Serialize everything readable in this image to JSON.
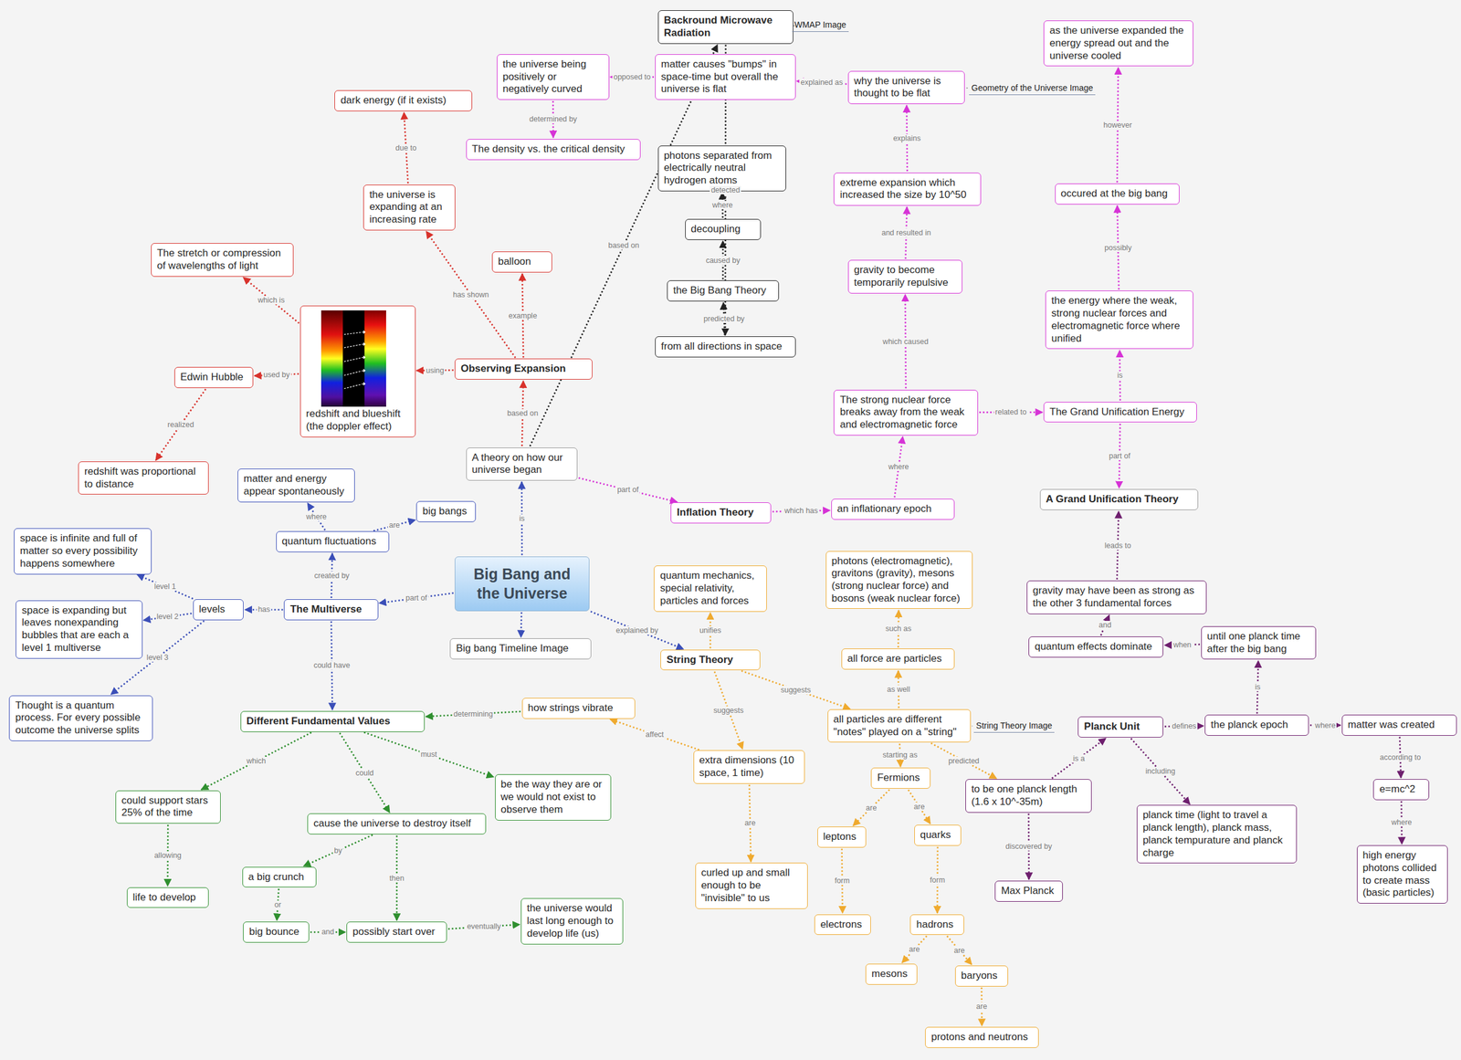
{
  "diagram": {
    "nodes": [
      {
        "text": [
          "Backround Microwave Radiation"
        ]
      },
      {
        "text": [
          "WMAP Image"
        ]
      },
      {
        "text": [
          "matter causes \"bumps\" in space-time but overall the universe is flat"
        ]
      },
      {
        "text": [
          "the universe being positively or negatively curved"
        ]
      },
      {
        "text": [
          "The density vs. the critical density"
        ]
      },
      {
        "text": [
          "why the universe is thought to be flat"
        ]
      },
      {
        "text": [
          "Geometry of the Universe Image"
        ]
      },
      {
        "text": [
          "as the universe expanded the energy spread out and the universe cooled"
        ]
      },
      {
        "text": [
          "dark energy (if it exists)"
        ]
      },
      {
        "text": [
          "the universe is expanding at an increasing rate"
        ]
      },
      {
        "text": [
          "photons separated from electrically neutral hydrogen atoms"
        ]
      },
      {
        "text": [
          "extreme expansion which increased the size by 10^50"
        ]
      },
      {
        "text": [
          "occured at the big bang"
        ]
      },
      {
        "text": [
          "decoupling"
        ]
      },
      {
        "text": [
          "balloon"
        ]
      },
      {
        "text": [
          "The stretch or compression of wavelengths of light"
        ]
      },
      {
        "text": [
          "gravity to become temporarily repulsive"
        ]
      },
      {
        "text": [
          "the energy where the weak, strong nuclear forces and electromagnetic force where unified"
        ]
      },
      {
        "text": [
          "the Big Bang Theory"
        ]
      },
      {
        "text": [
          "from all directions in space"
        ]
      },
      {
        "text": [
          "Observing Expansion"
        ]
      },
      {
        "text": [
          "redshift and blueshift (the doppler effect)"
        ]
      },
      {
        "text": [
          "Edwin Hubble"
        ]
      },
      {
        "text": [
          "The strong nuclear force breaks away from the weak and electromagnetic force"
        ]
      },
      {
        "text": [
          "The Grand Unification Energy"
        ]
      },
      {
        "text": [
          "redshift was proportional to distance"
        ]
      },
      {
        "text": [
          "A theory on how our universe began"
        ]
      },
      {
        "text": [
          "A Grand Unification Theory"
        ]
      },
      {
        "text": [
          "matter and energy appear spontaneously"
        ]
      },
      {
        "text": [
          "big bangs"
        ]
      },
      {
        "text": [
          "Inflation Theory"
        ]
      },
      {
        "text": [
          "an inflationary epoch"
        ]
      },
      {
        "text": [
          "space is infinite and full of matter so every possibility happens somewhere"
        ]
      },
      {
        "text": [
          "quantum fluctuations"
        ]
      },
      {
        "text": [
          "Big Bang and the Universe"
        ]
      },
      {
        "text": [
          "photons (electromagnetic), gravitons (gravity), mesons (strong nuclear force) and bosons (weak nuclear force)"
        ]
      },
      {
        "text": [
          "quantum mechanics, special relativity, particles and forces"
        ]
      },
      {
        "text": [
          "gravity may have been as strong as the other 3 fundamental forces"
        ]
      },
      {
        "text": [
          "levels"
        ]
      },
      {
        "text": [
          "space is expanding but leaves nonexpanding bubbles that are each a level 1 multiverse"
        ]
      },
      {
        "text": [
          "The Multiverse"
        ]
      },
      {
        "text": [
          "quantum effects dominate"
        ]
      },
      {
        "text": [
          "until one planck time after the big bang"
        ]
      },
      {
        "text": [
          "Big bang Timeline Image"
        ]
      },
      {
        "text": [
          "String Theory"
        ]
      },
      {
        "text": [
          "all force are particles"
        ]
      },
      {
        "text": [
          "Thought is a quantum process. For every possible outcome the universe splits"
        ]
      },
      {
        "text": [
          "how strings vibrate"
        ]
      },
      {
        "text": [
          "Different Fundamental Values"
        ]
      },
      {
        "text": [
          "all particles are different \"notes\" played on a \"string\""
        ]
      },
      {
        "text": [
          "String Theory Image"
        ]
      },
      {
        "text": [
          "Planck Unit"
        ]
      },
      {
        "text": [
          "the planck epoch"
        ]
      },
      {
        "text": [
          "matter was created"
        ]
      },
      {
        "text": [
          "extra dimensions (10 space, 1 time)"
        ]
      },
      {
        "text": [
          "be the way they are or we would not exist to observe them"
        ]
      },
      {
        "text": [
          "Fermions"
        ]
      },
      {
        "text": [
          "to be one planck length (1.6 x 10^-35m)"
        ]
      },
      {
        "text": [
          "could support stars 25% of the time"
        ]
      },
      {
        "text": [
          "cause the universe to destroy itself"
        ]
      },
      {
        "text": [
          "e=mc^2"
        ]
      },
      {
        "text": [
          "planck time (light to travel a planck length), planck mass, planck tempurature and planck charge"
        ]
      },
      {
        "text": [
          "leptons"
        ]
      },
      {
        "text": [
          "quarks"
        ]
      },
      {
        "text": [
          "a big crunch"
        ]
      },
      {
        "text": [
          "curled up and small enough to be \"invisible\" to us"
        ]
      },
      {
        "text": [
          "high energy photons collided to create mass (basic particles)"
        ]
      },
      {
        "text": [
          "life to develop"
        ]
      },
      {
        "text": [
          "Max Planck"
        ]
      },
      {
        "text": [
          "electrons"
        ]
      },
      {
        "text": [
          "hadrons"
        ]
      },
      {
        "text": [
          "big bounce"
        ]
      },
      {
        "text": [
          "possibly start over"
        ]
      },
      {
        "text": [
          "the universe would last long enough to develop life (us)"
        ]
      },
      {
        "text": [
          "mesons"
        ]
      },
      {
        "text": [
          "baryons"
        ]
      },
      {
        "text": [
          "protons and neutrons"
        ]
      }
    ],
    "edges": [
      {
        "from": 34,
        "to": 26,
        "label": "is",
        "arrow": "to"
      },
      {
        "from": 34,
        "to": 40,
        "label": "part of",
        "arrow": "to"
      },
      {
        "from": 34,
        "to": 43,
        "arrow": "to"
      },
      {
        "from": 34,
        "to": 44,
        "label": "explained by",
        "arrow": "to"
      },
      {
        "from": 26,
        "to": 20,
        "label": "based on",
        "arrow": "to"
      },
      {
        "from": 26,
        "to": 0,
        "label": "based on",
        "arrow": "to"
      },
      {
        "from": 26,
        "to": 30,
        "label": "part of",
        "arrow": "to"
      },
      {
        "from": 20,
        "to": 14,
        "label": "example",
        "arrow": "to"
      },
      {
        "from": 20,
        "to": 9,
        "label": "has shown",
        "arrow": "to"
      },
      {
        "from": 20,
        "to": 21,
        "label": "using",
        "arrow": "to"
      },
      {
        "from": 9,
        "to": 8,
        "label": "due to",
        "arrow": "to"
      },
      {
        "from": 21,
        "to": 15,
        "label": "which is",
        "arrow": "to"
      },
      {
        "from": 21,
        "to": 22,
        "label": "used by",
        "arrow": "to"
      },
      {
        "from": 22,
        "to": 25,
        "label": "realized",
        "arrow": "to"
      },
      {
        "from": 0,
        "to": 1,
        "arrow": "none"
      },
      {
        "from": 0,
        "to": 19,
        "label": "detected",
        "arrow": "to"
      },
      {
        "from": 13,
        "to": 10,
        "label": "where",
        "arrow": "to"
      },
      {
        "from": 18,
        "to": 13,
        "label": "caused by",
        "arrow": "to"
      },
      {
        "from": 19,
        "to": 18,
        "label": "predicted by",
        "arrow": "to"
      },
      {
        "from": 5,
        "to": 2,
        "label": "explained as",
        "arrow": "to"
      },
      {
        "from": 2,
        "to": 3,
        "label": "opposed to",
        "arrow": "to"
      },
      {
        "from": 3,
        "to": 4,
        "label": "determined by",
        "arrow": "to"
      },
      {
        "from": 5,
        "to": 6,
        "arrow": "none"
      },
      {
        "from": 30,
        "to": 31,
        "label": "which has",
        "arrow": "to"
      },
      {
        "from": 31,
        "to": 23,
        "label": "where",
        "arrow": "to"
      },
      {
        "from": 23,
        "to": 16,
        "label": "which caused",
        "arrow": "to"
      },
      {
        "from": 16,
        "to": 11,
        "label": "and resulted in",
        "arrow": "to"
      },
      {
        "from": 11,
        "to": 5,
        "label": "explains",
        "arrow": "to"
      },
      {
        "from": 23,
        "to": 24,
        "label": "related to",
        "arrow": "to"
      },
      {
        "from": 24,
        "to": 17,
        "label": "is",
        "arrow": "to"
      },
      {
        "from": 17,
        "to": 12,
        "label": "possibly",
        "arrow": "to"
      },
      {
        "from": 12,
        "to": 7,
        "label": "however",
        "arrow": "to"
      },
      {
        "from": 24,
        "to": 27,
        "label": "part of",
        "arrow": "to"
      },
      {
        "from": 37,
        "to": 27,
        "label": "leads to",
        "arrow": "to"
      },
      {
        "from": 41,
        "to": 37,
        "label": "and",
        "arrow": "to"
      },
      {
        "from": 42,
        "to": 41,
        "label": "when",
        "arrow": "to"
      },
      {
        "from": 52,
        "to": 42,
        "label": "is",
        "arrow": "to"
      },
      {
        "from": 51,
        "to": 52,
        "label": "defines",
        "arrow": "to"
      },
      {
        "from": 52,
        "to": 53,
        "label": "where",
        "arrow": "to"
      },
      {
        "from": 53,
        "to": 60,
        "label": "according to",
        "arrow": "to"
      },
      {
        "from": 60,
        "to": 66,
        "label": "where",
        "arrow": "to"
      },
      {
        "from": 57,
        "to": 51,
        "label": "is a",
        "arrow": "to"
      },
      {
        "from": 51,
        "to": 61,
        "label": "including",
        "arrow": "to"
      },
      {
        "from": 57,
        "to": 68,
        "label": "discovered by",
        "arrow": "to"
      },
      {
        "from": 44,
        "to": 36,
        "label": "unifies",
        "arrow": "to"
      },
      {
        "from": 44,
        "to": 49,
        "label": "suggests",
        "arrow": "to"
      },
      {
        "from": 44,
        "to": 54,
        "label": "suggests",
        "arrow": "to"
      },
      {
        "from": 54,
        "to": 47,
        "label": "affect",
        "arrow": "to"
      },
      {
        "from": 54,
        "to": 65,
        "label": "are",
        "arrow": "to"
      },
      {
        "from": 47,
        "to": 48,
        "label": "determining",
        "arrow": "to"
      },
      {
        "from": 49,
        "to": 45,
        "label": "as well",
        "arrow": "to"
      },
      {
        "from": 45,
        "to": 35,
        "label": "such as",
        "arrow": "to"
      },
      {
        "from": 49,
        "to": 56,
        "label": "starting as",
        "arrow": "to"
      },
      {
        "from": 49,
        "to": 57,
        "label": "predicted",
        "arrow": "to"
      },
      {
        "from": 49,
        "to": 50,
        "arrow": "none"
      },
      {
        "from": 56,
        "to": 62,
        "label": "are",
        "arrow": "to"
      },
      {
        "from": 56,
        "to": 63,
        "label": "are",
        "arrow": "to"
      },
      {
        "from": 62,
        "to": 69,
        "label": "form",
        "arrow": "to"
      },
      {
        "from": 63,
        "to": 70,
        "label": "form",
        "arrow": "to"
      },
      {
        "from": 70,
        "to": 74,
        "label": "are",
        "arrow": "to"
      },
      {
        "from": 70,
        "to": 75,
        "label": "are",
        "arrow": "to"
      },
      {
        "from": 75,
        "to": 76,
        "label": "are",
        "arrow": "to"
      },
      {
        "from": 40,
        "to": 33,
        "label": "created by",
        "arrow": "to"
      },
      {
        "from": 33,
        "to": 28,
        "label": "where",
        "arrow": "to"
      },
      {
        "from": 33,
        "to": 29,
        "label": "are",
        "arrow": "to"
      },
      {
        "from": 40,
        "to": 38,
        "label": "has",
        "arrow": "to"
      },
      {
        "from": 38,
        "to": 32,
        "label": "level 1",
        "arrow": "to"
      },
      {
        "from": 38,
        "to": 39,
        "label": "level 2",
        "arrow": "to"
      },
      {
        "from": 38,
        "to": 46,
        "label": "level 3",
        "arrow": "to"
      },
      {
        "from": 40,
        "to": 48,
        "label": "could have",
        "arrow": "to"
      },
      {
        "from": 48,
        "to": 58,
        "label": "which",
        "arrow": "to"
      },
      {
        "from": 58,
        "to": 67,
        "label": "allowing",
        "arrow": "to"
      },
      {
        "from": 48,
        "to": 59,
        "label": "could",
        "arrow": "to"
      },
      {
        "from": 48,
        "to": 55,
        "label": "must",
        "arrow": "to"
      },
      {
        "from": 59,
        "to": 64,
        "label": "by",
        "arrow": "to"
      },
      {
        "from": 64,
        "to": 71,
        "label": "or",
        "arrow": "to"
      },
      {
        "from": 71,
        "to": 72,
        "label": "and",
        "arrow": "to"
      },
      {
        "from": 59,
        "to": 72,
        "label": "then",
        "arrow": "to"
      },
      {
        "from": 72,
        "to": 73,
        "label": "eventually",
        "arrow": "to"
      }
    ]
  }
}
